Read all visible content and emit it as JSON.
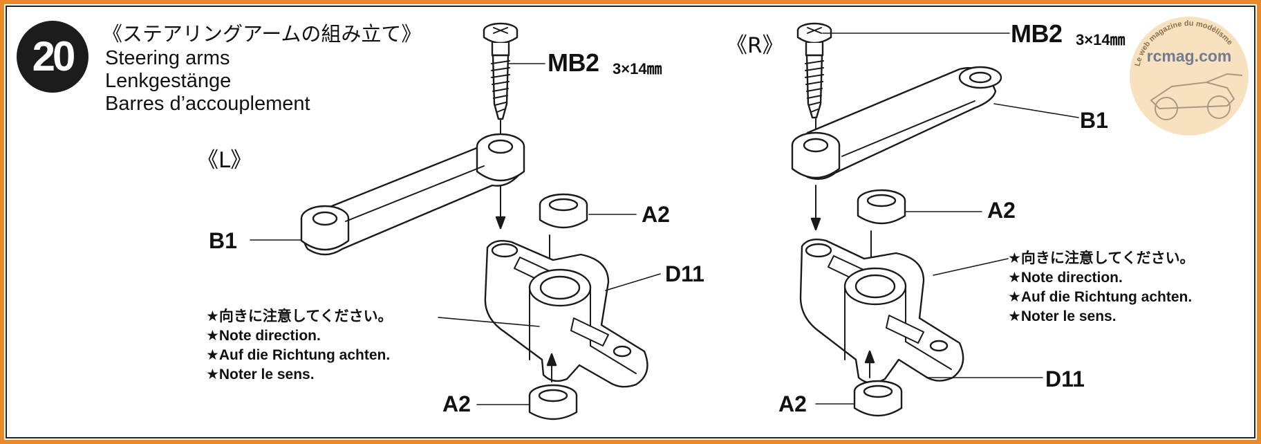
{
  "step": {
    "number": "20",
    "title_jp": "《ステアリングアームの組み立て》",
    "title_en": "Steering arms",
    "title_de": "Lenkgestänge",
    "title_fr": "Barres d’accouplement"
  },
  "left": {
    "tag": "《L》",
    "screw_label": "MB2",
    "screw_size": "3×14㎜",
    "b1_label": "B1",
    "a2_top_label": "A2",
    "d11_label": "D11",
    "a2_bottom_label": "A2",
    "notes": [
      "★向きに注意してください。",
      "★Note direction.",
      "★Auf die Richtung achten.",
      "★Noter le sens."
    ]
  },
  "right": {
    "tag": "《R》",
    "screw_label": "MB2",
    "screw_size": "3×14㎜",
    "b1_label": "B1",
    "a2_top_label": "A2",
    "d11_label": "D11",
    "a2_bottom_label": "A2",
    "notes": [
      "★向きに注意してください。",
      "★Note direction.",
      "★Auf die Richtung achten.",
      "★Noter le sens."
    ]
  },
  "watermark": {
    "site": "rcmag.com",
    "tagline": "Le web magazine du modélisme"
  },
  "colors": {
    "frame": "#e8892a",
    "watermark_fill": "#f3c98a"
  }
}
